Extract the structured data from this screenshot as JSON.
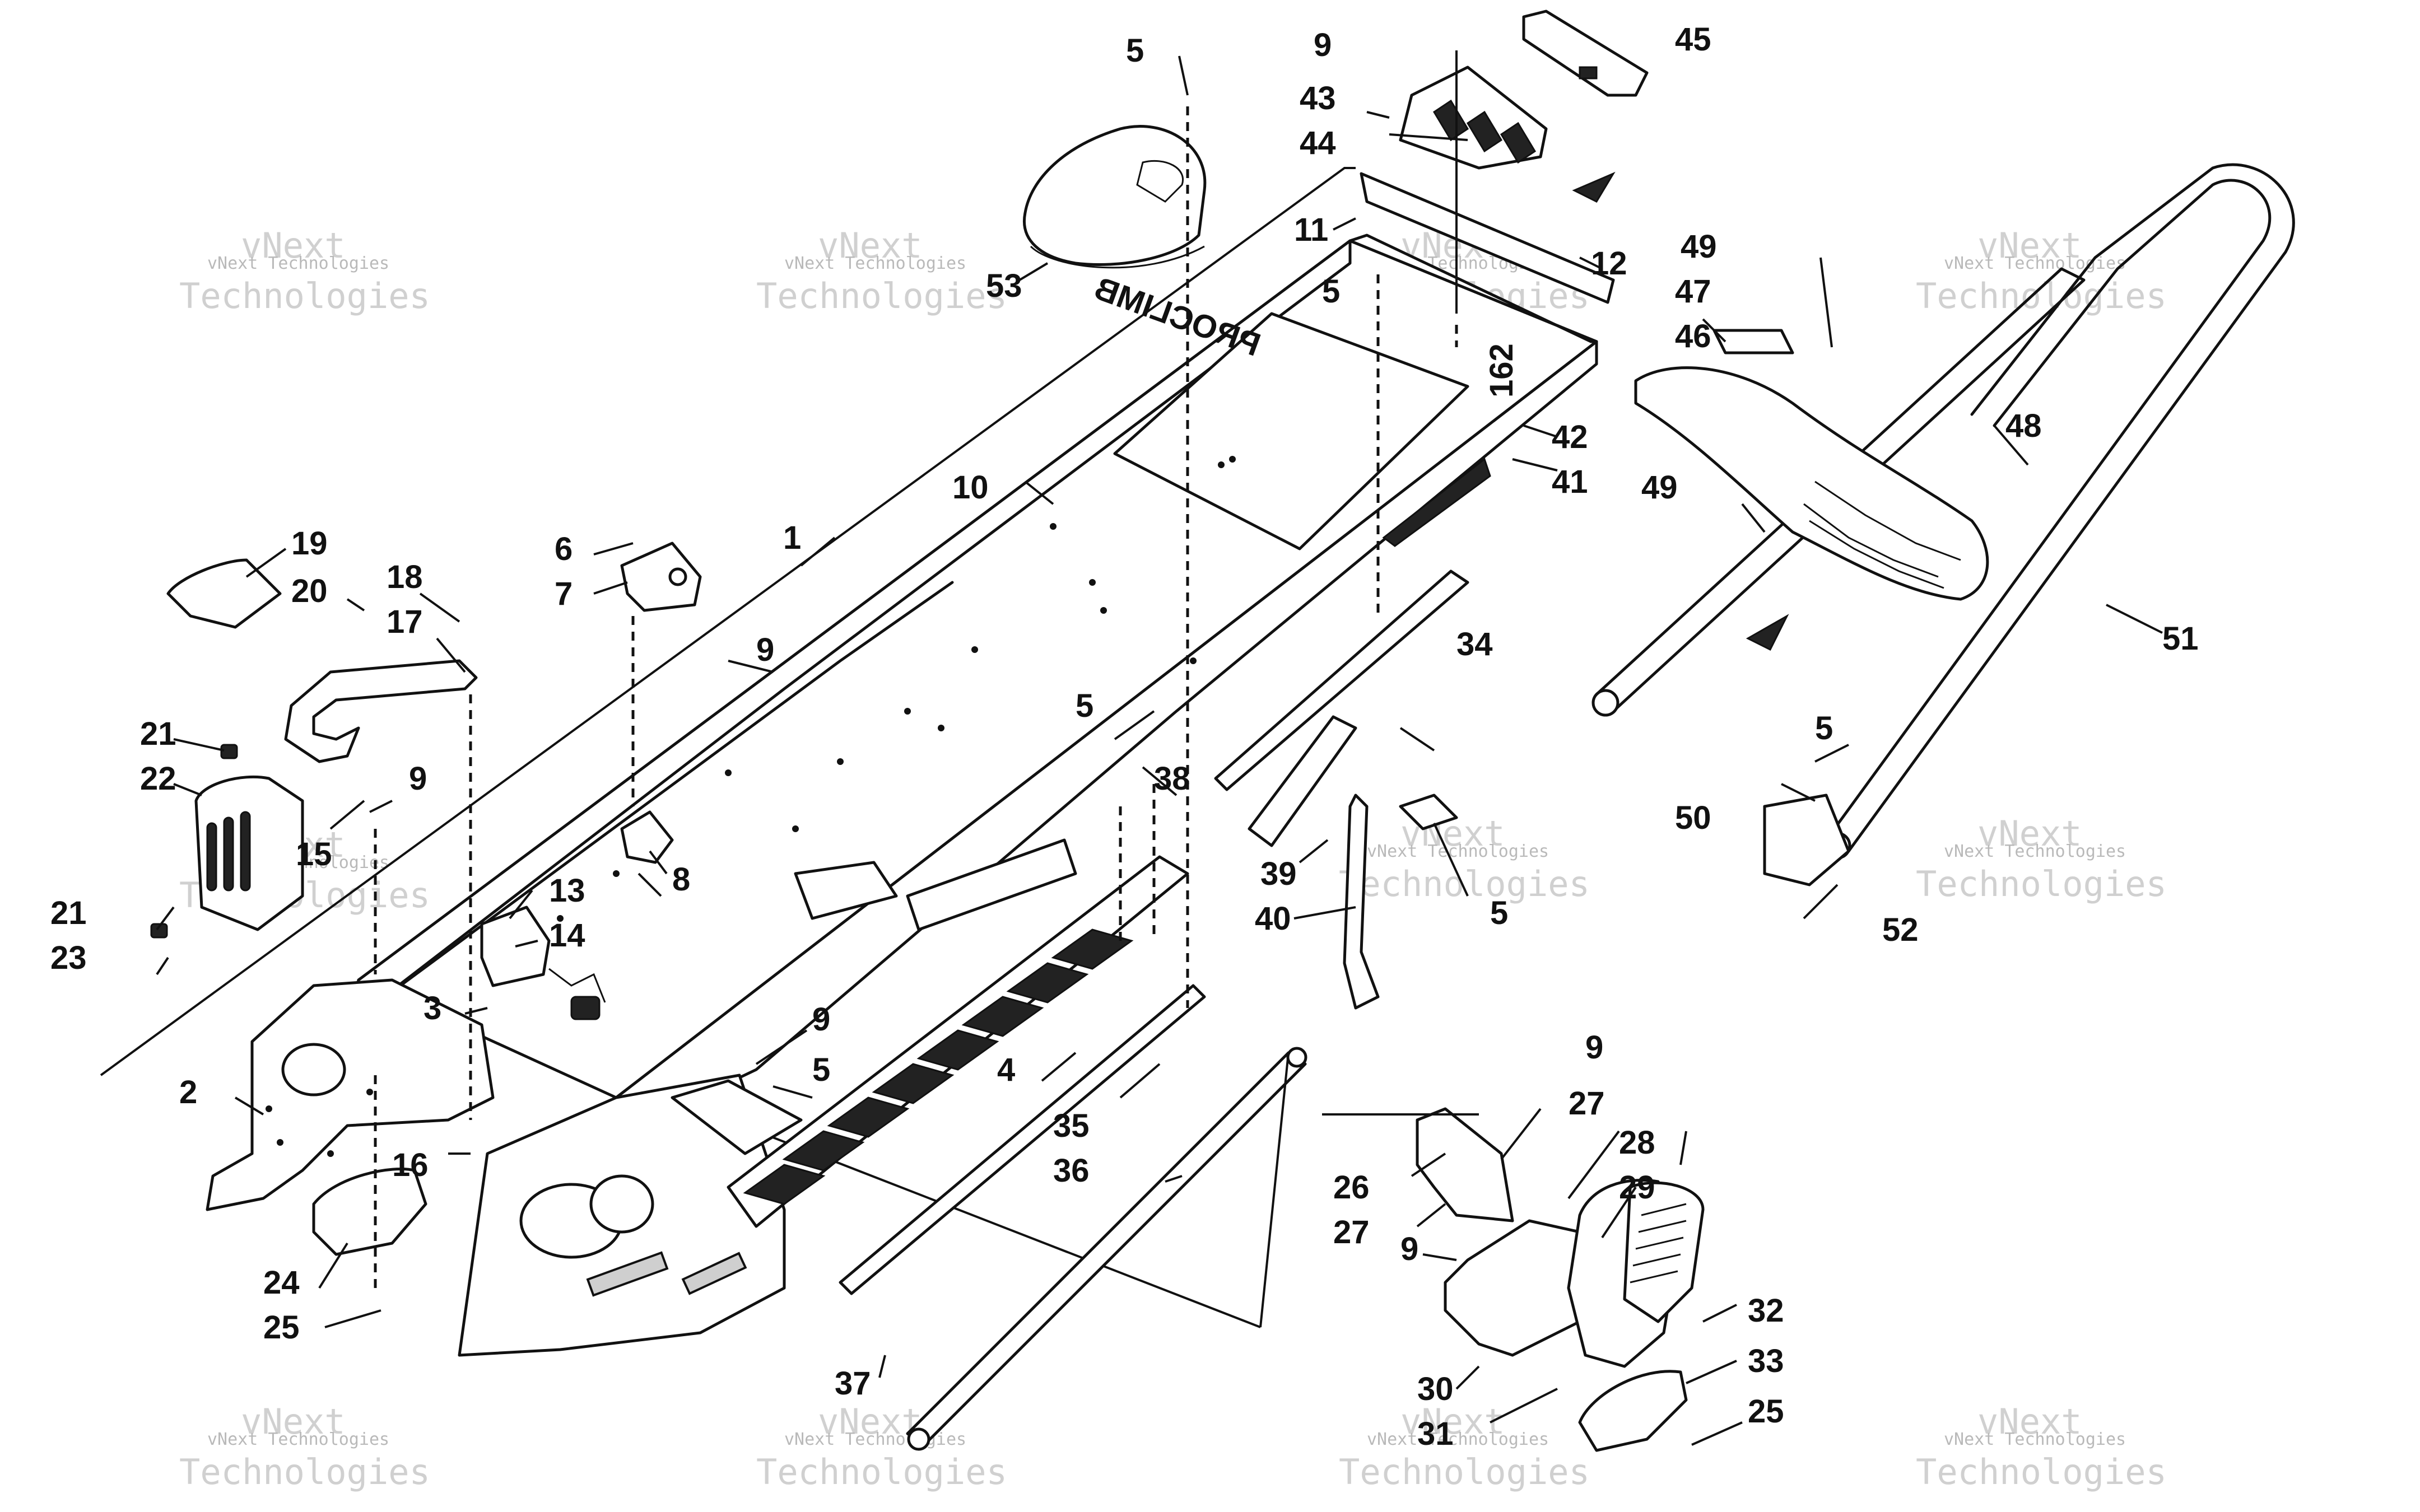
{
  "callouts": [
    {
      "id": "c1",
      "label": "1"
    },
    {
      "id": "c2",
      "label": "2"
    },
    {
      "id": "c3",
      "label": "3"
    },
    {
      "id": "c4",
      "label": "4"
    },
    {
      "id": "c5a",
      "label": "5"
    },
    {
      "id": "c5b",
      "label": "5"
    },
    {
      "id": "c5c",
      "label": "5"
    },
    {
      "id": "c5d",
      "label": "5"
    },
    {
      "id": "c5e",
      "label": "5"
    },
    {
      "id": "c5f",
      "label": "5"
    },
    {
      "id": "c6",
      "label": "6"
    },
    {
      "id": "c7",
      "label": "7"
    },
    {
      "id": "c8",
      "label": "8"
    },
    {
      "id": "c9a",
      "label": "9"
    },
    {
      "id": "c9b",
      "label": "9"
    },
    {
      "id": "c9c",
      "label": "9"
    },
    {
      "id": "c9d",
      "label": "9"
    },
    {
      "id": "c9e",
      "label": "9"
    },
    {
      "id": "c9f",
      "label": "9"
    },
    {
      "id": "c10",
      "label": "10"
    },
    {
      "id": "c11",
      "label": "11"
    },
    {
      "id": "c12",
      "label": "12"
    },
    {
      "id": "c13",
      "label": "13"
    },
    {
      "id": "c14",
      "label": "14"
    },
    {
      "id": "c15",
      "label": "15"
    },
    {
      "id": "c16",
      "label": "16"
    },
    {
      "id": "c17",
      "label": "17"
    },
    {
      "id": "c18",
      "label": "18"
    },
    {
      "id": "c19",
      "label": "19"
    },
    {
      "id": "c20",
      "label": "20"
    },
    {
      "id": "c21a",
      "label": "21"
    },
    {
      "id": "c21b",
      "label": "21"
    },
    {
      "id": "c22",
      "label": "22"
    },
    {
      "id": "c23",
      "label": "23"
    },
    {
      "id": "c24",
      "label": "24"
    },
    {
      "id": "c25a",
      "label": "25"
    },
    {
      "id": "c25b",
      "label": "25"
    },
    {
      "id": "c26",
      "label": "26"
    },
    {
      "id": "c27a",
      "label": "27"
    },
    {
      "id": "c27b",
      "label": "27"
    },
    {
      "id": "c28",
      "label": "28"
    },
    {
      "id": "c29",
      "label": "29"
    },
    {
      "id": "c30",
      "label": "30"
    },
    {
      "id": "c31",
      "label": "31"
    },
    {
      "id": "c32",
      "label": "32"
    },
    {
      "id": "c33",
      "label": "33"
    },
    {
      "id": "c34",
      "label": "34"
    },
    {
      "id": "c35",
      "label": "35"
    },
    {
      "id": "c36",
      "label": "36"
    },
    {
      "id": "c37",
      "label": "37"
    },
    {
      "id": "c38",
      "label": "38"
    },
    {
      "id": "c39",
      "label": "39"
    },
    {
      "id": "c40",
      "label": "40"
    },
    {
      "id": "c41",
      "label": "41"
    },
    {
      "id": "c42",
      "label": "42"
    },
    {
      "id": "c43",
      "label": "43"
    },
    {
      "id": "c44",
      "label": "44"
    },
    {
      "id": "c45",
      "label": "45"
    },
    {
      "id": "c46",
      "label": "46"
    },
    {
      "id": "c47",
      "label": "47"
    },
    {
      "id": "c48",
      "label": "48"
    },
    {
      "id": "c49a",
      "label": "49"
    },
    {
      "id": "c49b",
      "label": "49"
    },
    {
      "id": "c50",
      "label": "50"
    },
    {
      "id": "c51",
      "label": "51"
    },
    {
      "id": "c52",
      "label": "52"
    },
    {
      "id": "c53",
      "label": "53"
    }
  ],
  "decals": {
    "tunnel_logo": "PROCLIMB",
    "tunnel_number": "162"
  },
  "watermark": {
    "line1": "vNext Technologies",
    "line2": "vNext",
    "line3": "Technologies"
  }
}
